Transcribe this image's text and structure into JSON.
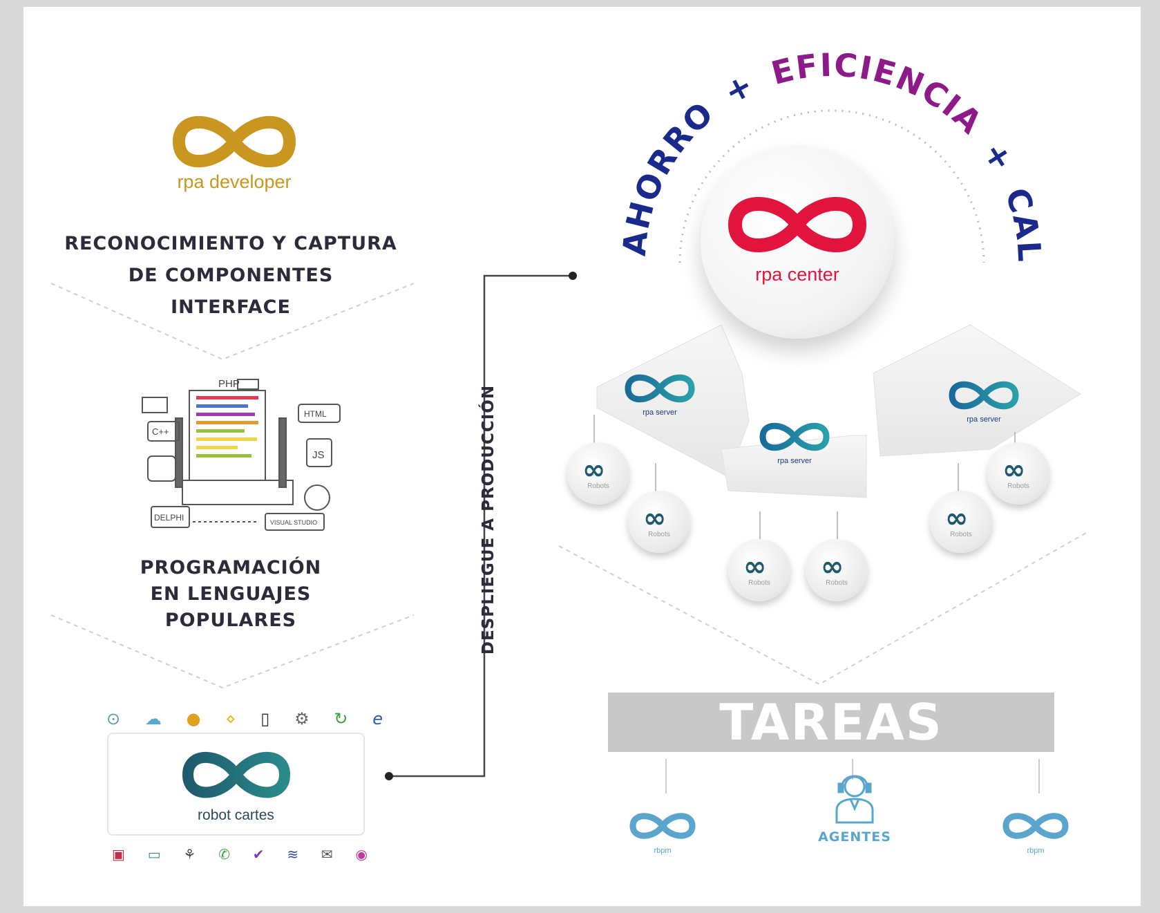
{
  "developer": {
    "logo_caption": "rpa developer",
    "heading_lines": [
      "RECONOCIMIENTO Y CAPTURA",
      "DE COMPONENTES",
      "INTERFACE"
    ]
  },
  "programming": {
    "code_tags": [
      "PHP",
      "HTML",
      "C++",
      "JS",
      "DELPHI",
      "VISUAL STUDIO"
    ],
    "heading_lines": [
      "PROGRAMACIÓN",
      "EN LENGUAJES",
      "POPULARES"
    ]
  },
  "robot_cartes": {
    "caption": "robot cartes"
  },
  "deploy": {
    "label": "DESPLIEGUE A PRODUCCIÓN"
  },
  "center": {
    "arc_words": [
      "AHORRO",
      "+",
      "EFICIENCIA",
      "+",
      "CALIDAD"
    ],
    "logo_caption": "rpa center",
    "server_caption": "rpa server",
    "robot_caption": "Robots"
  },
  "tasks": {
    "label": "TAREAS",
    "agents_label": "AGENTES",
    "rbpm_caption": "rbpm"
  },
  "colors": {
    "gold": "#c9961f",
    "red": "#e0143c",
    "navy": "#1a2a8c",
    "purple": "#8e1a8a",
    "teal": "#2a7a8a",
    "lightblue": "#5aa5cc",
    "dark": "#2b2b3a"
  }
}
